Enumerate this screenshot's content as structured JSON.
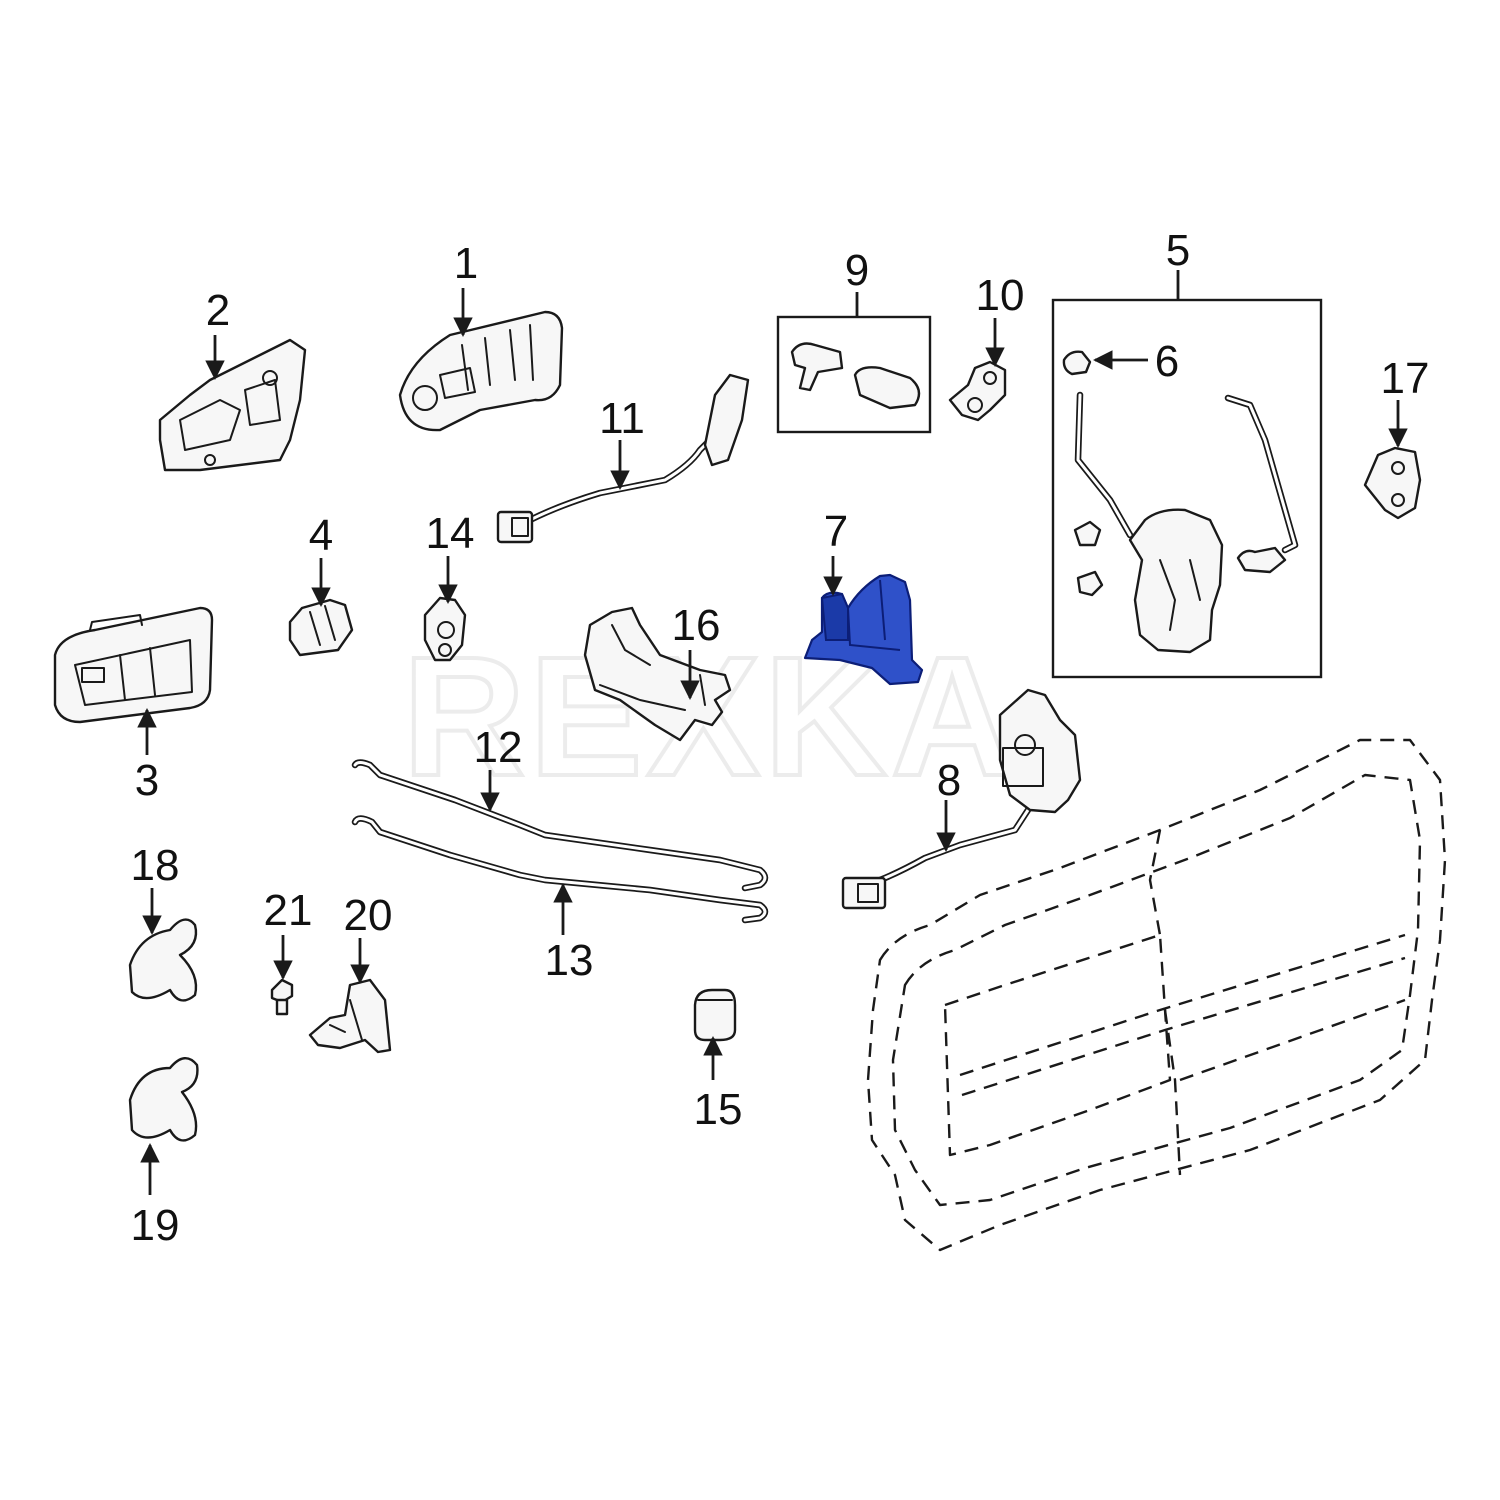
{
  "diagram": {
    "watermark": "REXKA",
    "highlight_color": "#2f51c9",
    "callouts": {
      "c1": "1",
      "c2": "2",
      "c3": "3",
      "c4": "4",
      "c5": "5",
      "c6": "6",
      "c7": "7",
      "c8": "8",
      "c9": "9",
      "c10": "10",
      "c11": "11",
      "c12": "12",
      "c13": "13",
      "c14": "14",
      "c15": "15",
      "c16": "16",
      "c17": "17",
      "c18": "18",
      "c19": "19",
      "c20": "20",
      "c21": "21"
    },
    "highlighted_part": "7"
  }
}
